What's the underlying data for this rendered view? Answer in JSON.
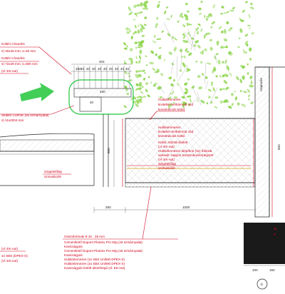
{
  "colors": {
    "annotation": "#d0021b",
    "linework": "#222222",
    "vegetation": "#8bd44a",
    "highlight": "#21c53a",
    "slab": "#1a1a1a"
  },
  "labels_left": [
    "Kültéri Chandris",
    "s) 45x45 mm; s=50 mm",
    "Kültéri Chandris",
    "s) 72x28 mm; s=600 mm",
    "(vl: EK-out)"
  ],
  "labels_left_lower": [
    "Stukkó CURVE (v5 színárnyalat)",
    "s) 11x2004 mm"
  ],
  "labels_top_right": [
    "Hullámlemezes",
    "kivitellel melhármott cbd",
    "konstrukciós külső"
  ],
  "labels_center": [
    "Hullámlemezes",
    "kivitellel melhármott cbd",
    "konstrukciós külső",
    "",
    "Külső, stb/minősített",
    "(vl: EK-out)",
    "Hullámlemezes alépítmé (1s) hálózat",
    "vahavilt: talajvíz konstrukciónrétegzett",
    "(vl: EK-out)",
    "Szigetelőlap",
    "szimulációk"
  ],
  "labels_left_mid": [
    "Szigetelőlap",
    "szimulációk"
  ],
  "labels_bottom": [
    "Osszebírónak 8-16 · 35 mm",
    "Cementkötő Dupont Plantex Pro 50g (v5 színárnyalat)",
    "Kavicságyás",
    "Cementkötő Dupont Plantex Pro 50g (v5 színárnyalat)",
    "Kavicságyás",
    "Hullámlemezes (1s SBS Unifekt DPEX-S)",
    "Hullámlemezes (1s SBS Unifekt DPEX-S)",
    "Kavicságyás kötött alsórétegű (vl: EK-out)"
  ],
  "labels_bottom_left": [
    "(vl: EK-out)",
    "1s SBS (DPEX-S)",
    "(vl: EK-out)"
  ],
  "dims_top": [
    "450",
    "40",
    "40",
    "40",
    "40",
    "40",
    "40",
    "40",
    "40",
    "40",
    "40",
    "40"
  ],
  "dim_width_top": "404",
  "dim_450": "450",
  "dim_mid": "40",
  "dim_vertical_600": "600",
  "dim_vertical_right": "600",
  "dims_lower": [
    "250",
    "1000"
  ],
  "dims_right": [
    "100",
    "150"
  ],
  "right_plate": [
    "sk",
    "9"
  ],
  "section_marker": "G",
  "wall_text": "Alapozás"
}
